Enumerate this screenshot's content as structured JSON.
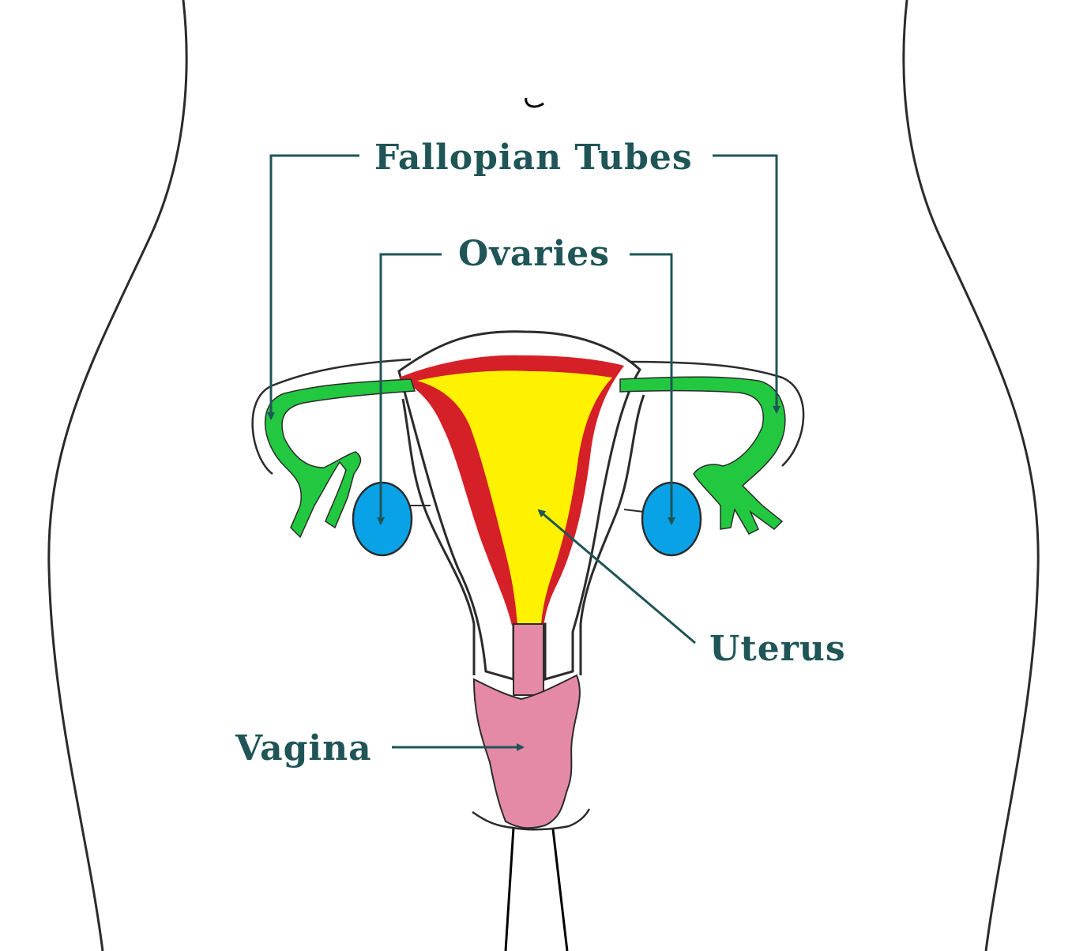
{
  "labels": {
    "fallopian_tubes": "Fallopian Tubes",
    "ovaries": "Ovaries",
    "uterus": "Uterus",
    "vagina": "Vagina"
  },
  "colors": {
    "label_text": "#1f5557",
    "leader_line": "#1f5557",
    "outline": "#2b2b2b",
    "fallopian_tube": "#22c840",
    "ovary": "#0aa2e6",
    "uterus_wall": "#d62027",
    "uterus_cavity": "#fff200",
    "vagina": "#e58aa6"
  }
}
